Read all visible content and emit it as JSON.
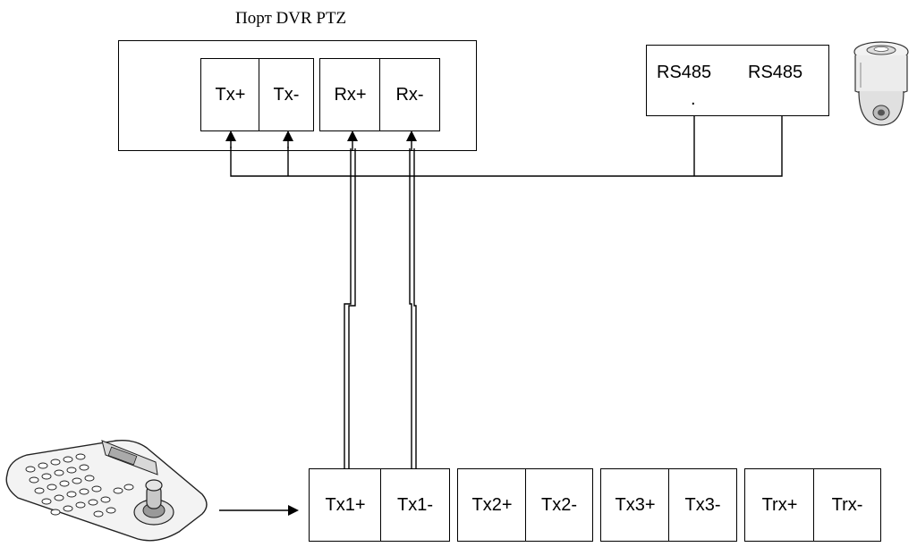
{
  "title": "Порт DVR PTZ",
  "dvr_pins": [
    "Tx+",
    "Tx-",
    "Rx+",
    "Rx-"
  ],
  "camera_pins": [
    "RS485",
    "RS485"
  ],
  "camera_dot": ".",
  "keyboard_pins": [
    "Tx1+",
    "Tx1-",
    "Tx2+",
    "Tx2-",
    "Tx3+",
    "Tx3-",
    "Trx+",
    "Trx-"
  ],
  "icons": {
    "camera": "ptz-dome-camera-icon",
    "keyboard": "ptz-keyboard-controller-icon"
  }
}
